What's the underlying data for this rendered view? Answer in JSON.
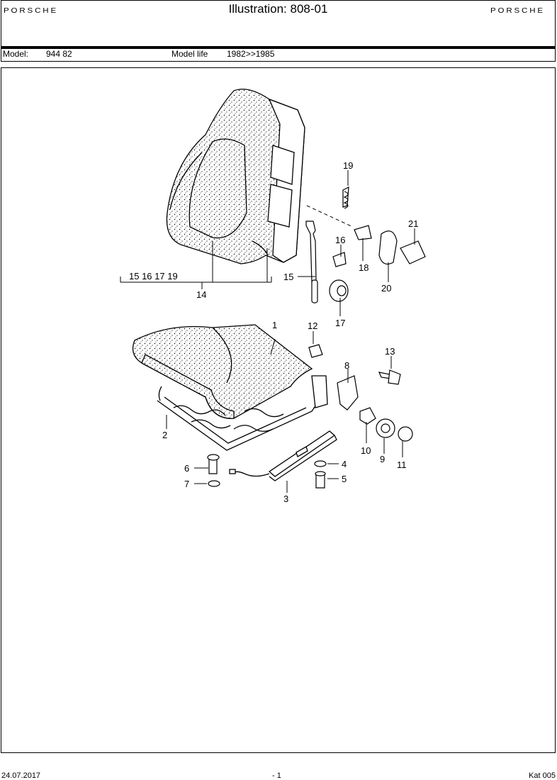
{
  "header": {
    "brand_left": "PORSCHE",
    "title": "Illustration: 808-01",
    "brand_right": "PORSCHE"
  },
  "model_row": {
    "model_label": "Model:",
    "model_value": "944 82",
    "life_label": "Model life",
    "life_value": "1982>>1985"
  },
  "diagram": {
    "callouts": [
      "1",
      "2",
      "3",
      "4",
      "5",
      "6",
      "7",
      "8",
      "9",
      "10",
      "11",
      "12",
      "13",
      "14",
      "15",
      "16",
      "17",
      "18",
      "19",
      "20",
      "21"
    ],
    "group_label": "15 16 17 19"
  },
  "footer": {
    "date": "24.07.2017",
    "page": "- 1",
    "catalog": "Kat 005"
  }
}
